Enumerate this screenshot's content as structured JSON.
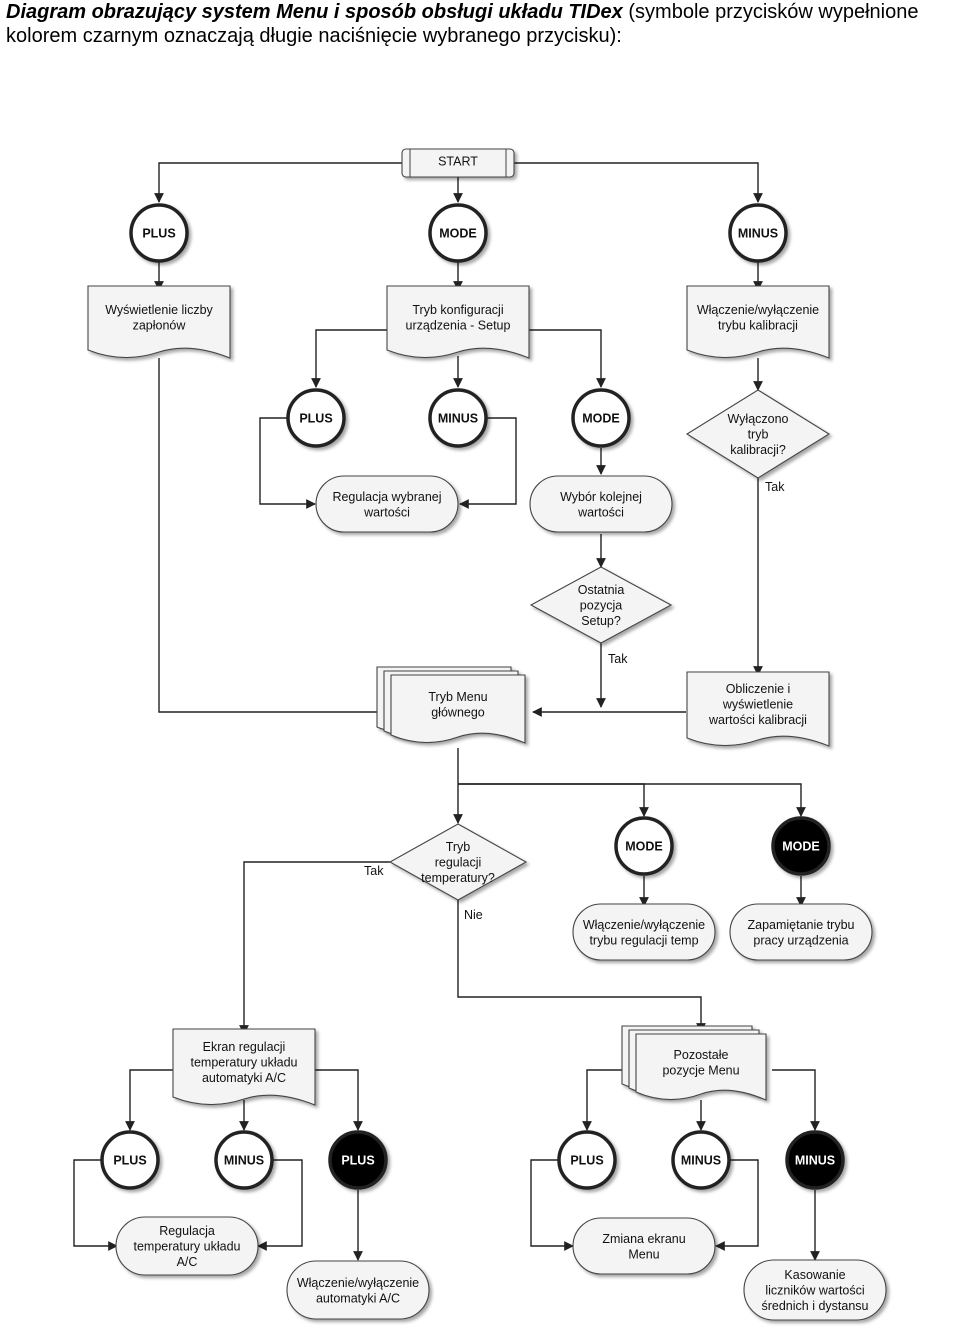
{
  "header": {
    "line1_bold": "Diagram obrazujący system Menu i sposób obsługi układu TIDex",
    "line1_rest": "(symbole przycisków wypełnione",
    "line2": "kolorem czarnym oznaczają długie naciśnięcie wybranego przycisku):"
  },
  "nodes": {
    "start": "START",
    "btn_plus_1": "PLUS",
    "btn_mode_1": "MODE",
    "btn_minus_1": "MINUS",
    "doc_zaplony": [
      "Wyświetlenie liczby",
      "zapłonów"
    ],
    "doc_setup": [
      "Tryb konfiguracji",
      "urządzenia - Setup"
    ],
    "doc_kalibracja": [
      "Włączenie/wyłączenie",
      "trybu kalibracji"
    ],
    "btn_plus_2": "PLUS",
    "btn_minus_2": "MINUS",
    "btn_mode_2": "MODE",
    "dec_kalibracja": [
      "Wyłączono",
      "tryb",
      "kalibracji?"
    ],
    "proc_regulacja": [
      "Regulacja wybranej",
      "wartości"
    ],
    "proc_wybor": [
      "Wybór kolejnej",
      "wartości"
    ],
    "dec_ostatnia": [
      "Ostatnia",
      "pozycja",
      "Setup?"
    ],
    "doc_menu": [
      "Tryb Menu",
      "głównego"
    ],
    "doc_obliczenie": [
      "Obliczenie i",
      "wyświetlenie",
      "wartości kalibracji"
    ],
    "dec_tryb_reg": [
      "Tryb",
      "regulacji",
      "temperatury?"
    ],
    "btn_mode_3": "MODE",
    "btn_mode_long_1": "MODE",
    "proc_wlacz_temp": [
      "Włączenie/wyłączenie",
      "trybu regulacji temp"
    ],
    "proc_zapamietanie": [
      "Zapamiętanie trybu",
      "pracy urządzenia"
    ],
    "doc_ekran": [
      "Ekran regulacji",
      "temperatury układu",
      "automatyki A/C"
    ],
    "doc_pozostale": [
      "Pozostałe",
      "pozycje Menu"
    ],
    "btn_plus_3": "PLUS",
    "btn_minus_3": "MINUS",
    "btn_plus_long": "PLUS",
    "btn_plus_4": "PLUS",
    "btn_minus_4": "MINUS",
    "btn_minus_long": "MINUS",
    "proc_reg_temp": [
      "Regulacja",
      "temperatury układu",
      "A/C"
    ],
    "proc_wlacz_auto": [
      "Włączenie/wyłączenie",
      "automatyki A/C"
    ],
    "proc_zmiana": [
      "Zmiana ekranu",
      "Menu"
    ],
    "proc_kasowanie": [
      "Kasowanie",
      "liczników wartości",
      "średnich i dystansu"
    ]
  },
  "edge_labels": {
    "tak_kalibracja": "Tak",
    "tak_setup": "Tak",
    "tak_tryb": "Tak",
    "nie_tryb": "Nie"
  },
  "colors": {
    "button_fill": "#ffffff",
    "button_long_fill": "#000000",
    "shape_fill": "#f4f4f4",
    "stroke": "#222222"
  }
}
